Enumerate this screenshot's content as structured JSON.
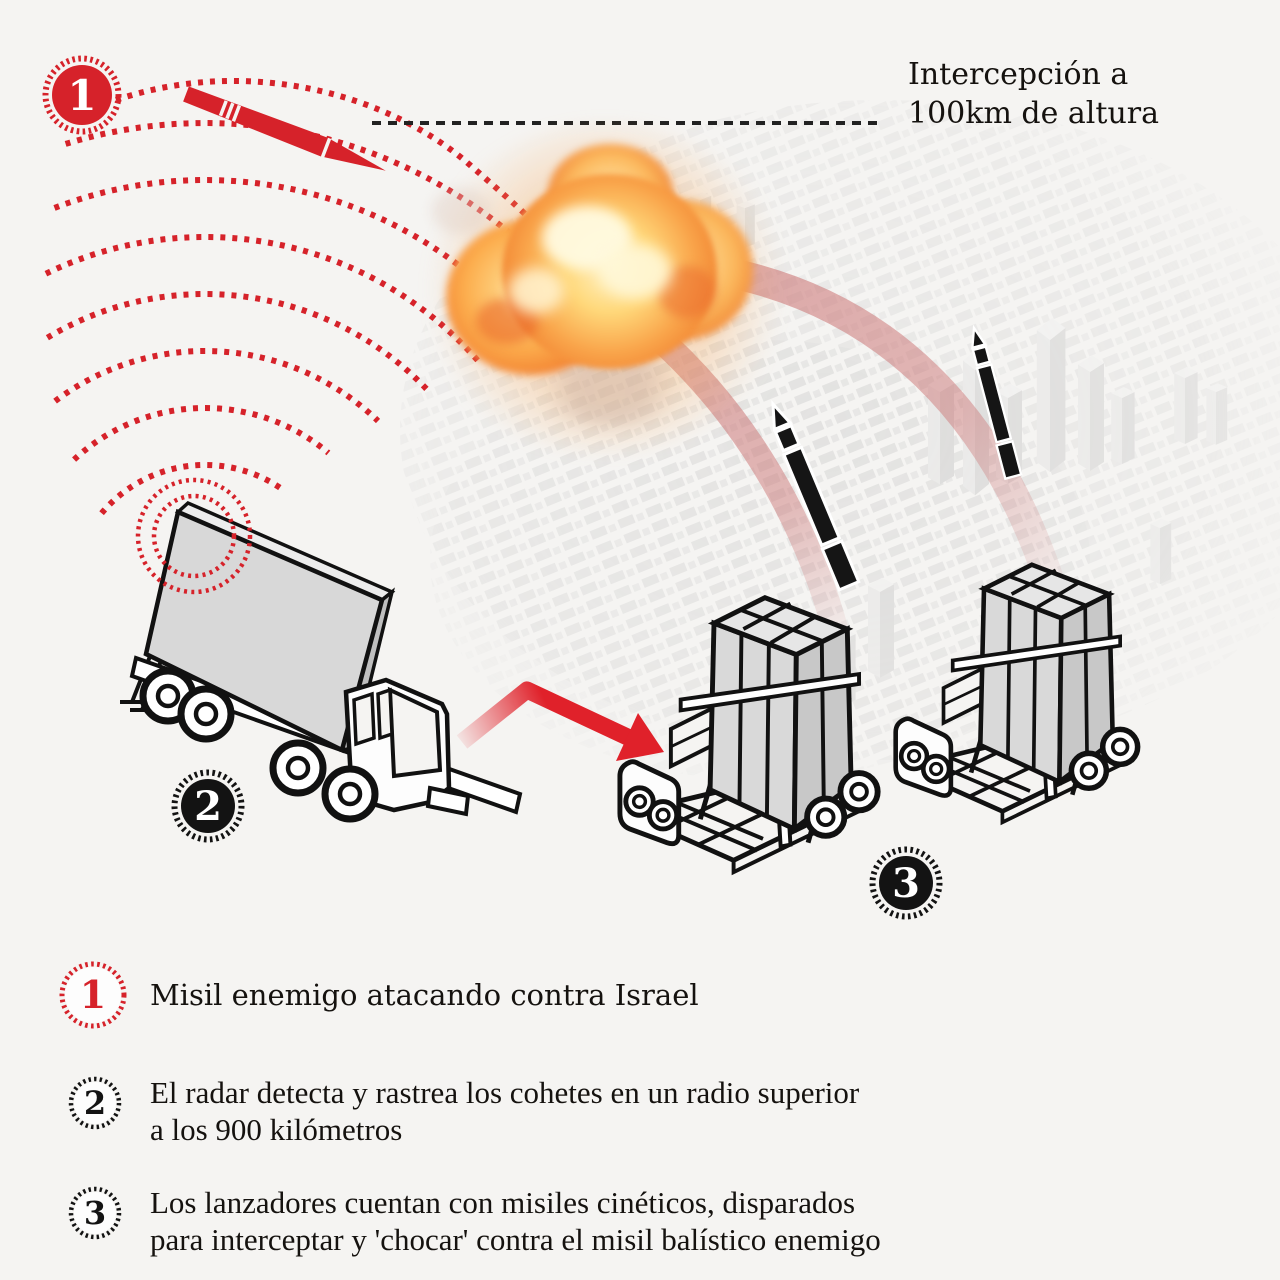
{
  "callout": {
    "lines": [
      "Intercepción a",
      "100km de altura"
    ]
  },
  "legend": {
    "items": [
      {
        "number": "1",
        "color": "#d6222a",
        "lines": [
          "Misil enemigo atacando contra Israel"
        ]
      },
      {
        "number": "2",
        "color": "#131313",
        "lines": [
          "El radar detecta y rastrea los cohetes en un radio superior",
          "a los 900 kilómetros"
        ]
      },
      {
        "number": "3",
        "color": "#131313",
        "lines": [
          "Los lanzadores cuentan con misiles cinéticos, disparados",
          "para interceptar y 'chocar' contra el misil balístico enemigo"
        ]
      }
    ]
  },
  "colors": {
    "accent_red": "#d6222a",
    "badge_dark": "#131313",
    "trail_pink": "#cd7a7a",
    "panel_gray": "#d8d8d8",
    "background": "#f5f4f2",
    "text": "#15120f"
  }
}
